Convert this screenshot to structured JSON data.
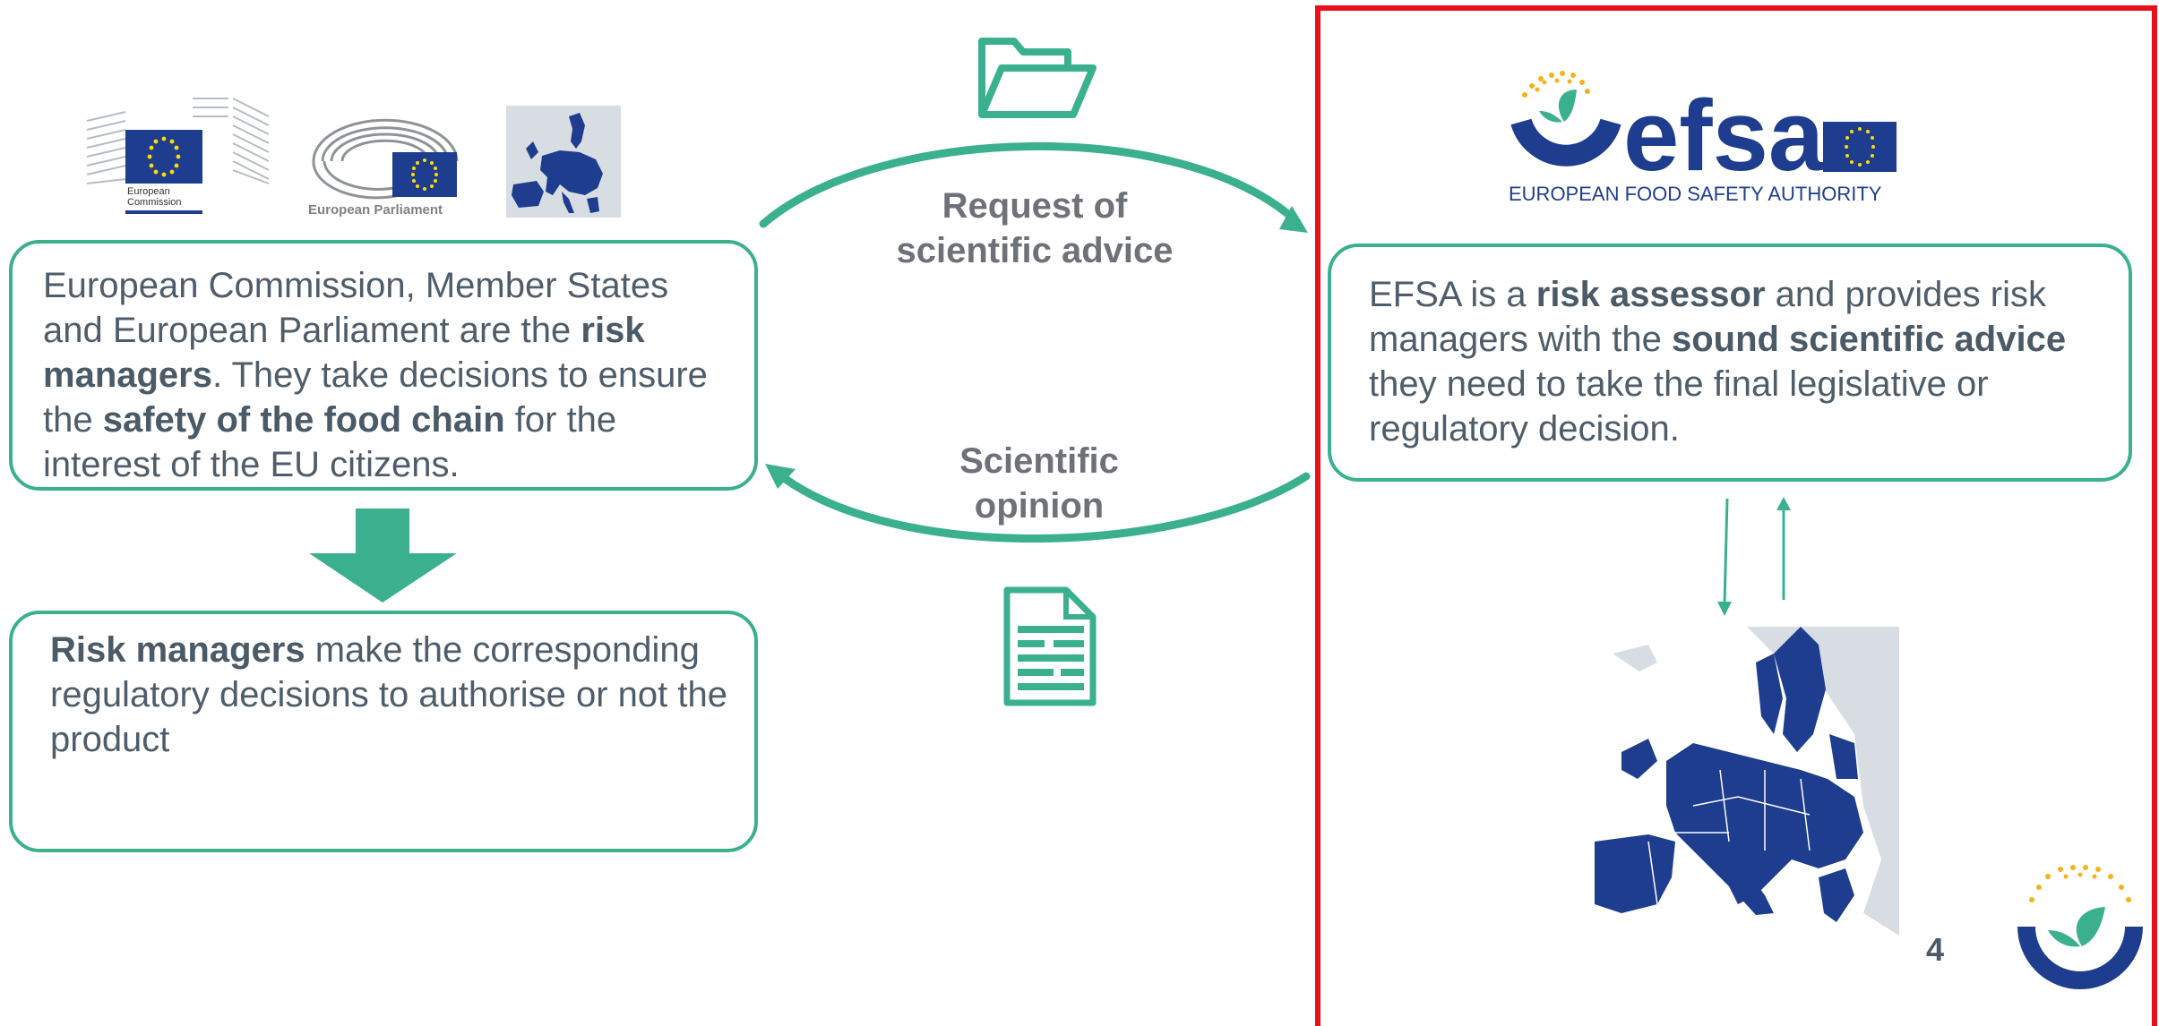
{
  "left": {
    "logos": {
      "commission_caption": [
        "European",
        "Commission"
      ],
      "parliament_caption": "European Parliament"
    },
    "card1": {
      "t1": "European Commission, Member States and European Parliament are the ",
      "b1": "risk managers",
      "t2": ". They take decisions to ensure the ",
      "b2": "safety of the food chain",
      "t3": " for the interest of the EU citizens."
    },
    "card2": {
      "b1": "Risk managers",
      "t1": " make the corresponding regulatory decisions to authorise or not the product"
    }
  },
  "middle": {
    "request_label": [
      "Request of",
      "scientific advice"
    ],
    "opinion_label": [
      "Scientific",
      "opinion"
    ]
  },
  "right": {
    "logo": {
      "wordmark": "efsa",
      "subtitle": "EUROPEAN FOOD SAFETY AUTHORITY"
    },
    "card": {
      "t1": "EFSA is a ",
      "b1": "risk assessor",
      "t2": " and provides risk managers with the ",
      "b2": "sound scientific advice",
      "t3": " they need to take the final legislative or regulatory decision."
    },
    "page_number": "4"
  },
  "colors": {
    "accent_green": "#3bb08f",
    "efsa_blue": "#1f3d8f",
    "panel_border": "#e8101a",
    "text": "#4e5d69",
    "eu_gold": "#ffdd00"
  },
  "icons": [
    "folder-icon",
    "document-icon",
    "down-arrow-icon",
    "cycle-arrows",
    "eu-map"
  ]
}
